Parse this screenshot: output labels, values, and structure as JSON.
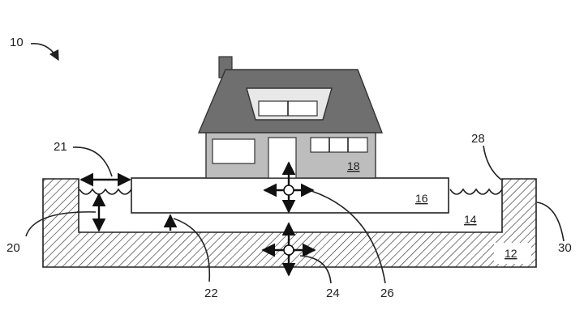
{
  "figure": {
    "ref_labels": {
      "r10": "10",
      "r20": "20",
      "r21": "21",
      "r22": "22",
      "r24": "24",
      "r26": "26",
      "r28": "28",
      "r30": "30"
    },
    "part_labels": {
      "p12": "12",
      "p14": "14",
      "p16": "16",
      "p18": "18"
    }
  },
  "colors": {
    "roof": "#6f6f6f",
    "roof_edge": "#333333",
    "wall": "#bdbdbd",
    "dormer_face": "#e8e8e8",
    "window": "#ffffff",
    "line": "#222222",
    "hatch": "#333333",
    "background": "#ffffff"
  }
}
